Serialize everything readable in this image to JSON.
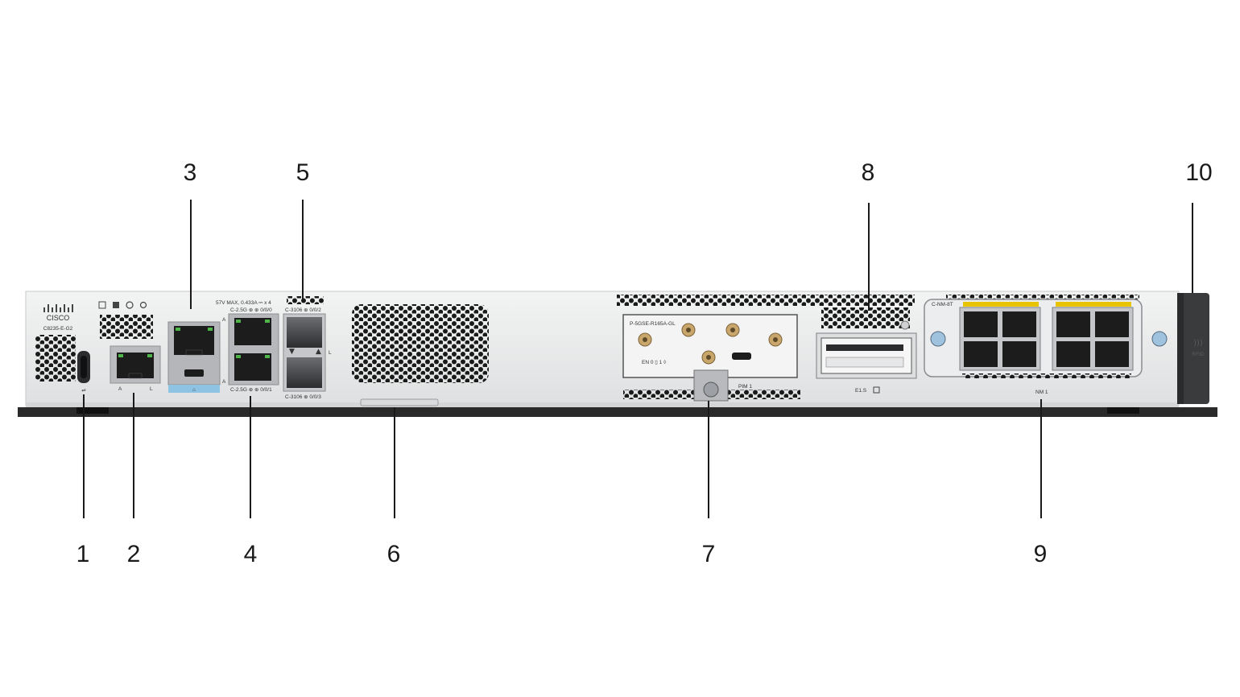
{
  "callouts": [
    {
      "id": "1",
      "label": "1"
    },
    {
      "id": "2",
      "label": "2"
    },
    {
      "id": "3",
      "label": "3"
    },
    {
      "id": "4",
      "label": "4"
    },
    {
      "id": "5",
      "label": "5"
    },
    {
      "id": "6",
      "label": "6"
    },
    {
      "id": "7",
      "label": "7"
    },
    {
      "id": "8",
      "label": "8"
    },
    {
      "id": "9",
      "label": "9"
    },
    {
      "id": "10",
      "label": "10"
    }
  ],
  "chassis": {
    "brand": "CISCO",
    "model": "C8235-E-G2",
    "power_rating": "57V MAX, 0.433A ⎓ x 4",
    "sfp_top_label": "C-3106 ⊕ 0/0/2",
    "sfp_bottom_label": "C-3106 ⊕ 0/0/3",
    "rj45_top_label": "C-2.5G ⊕ ⊕ 0/0/0",
    "rj45_bottom_label": "C-2.5G ⊕ ⊕ 0/0/1",
    "pim_model": "P-5GSE-R165A-GL",
    "pim_slot_label": "PIM 1",
    "els_label": "E1.S",
    "nm_model": "C-NM-8T",
    "nm_slot_label": "NM 1",
    "rfid_label": "RFID",
    "colors": {
      "chassis": "#e9eaeb",
      "chassis_edge": "#cfd1d3",
      "port_yellow": "#e8c400",
      "port_blue": "#8fc3e3",
      "handle": "#3a3b3d"
    }
  }
}
